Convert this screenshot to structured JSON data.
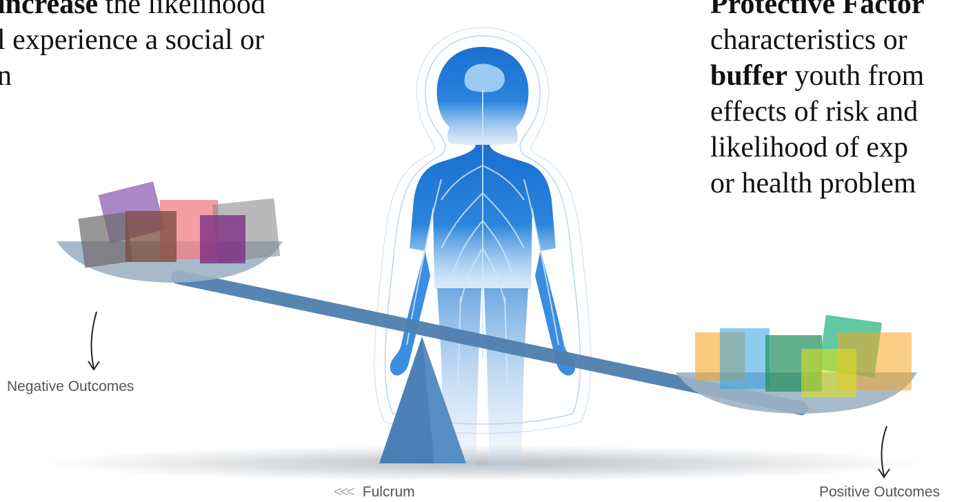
{
  "left_text": {
    "line1_bold": "increase",
    "line1_rest": " the likelihood",
    "line2": "l experience a social or",
    "line3": "n"
  },
  "right_text": {
    "line1_bold": "Protective Factor",
    "line2": "characteristics or",
    "line3_bold": "buffer",
    "line3_rest": " youth from",
    "line4": "effects of risk and",
    "line5": "likelihood of exp",
    "line6": "or health problem"
  },
  "labels": {
    "negative": "Negative Outcomes",
    "fulcrum": "Fulcrum",
    "fulcrum_chevrons": "<<<",
    "positive": "Positive Outcomes"
  },
  "colors": {
    "figure": "#1e73c8",
    "beam": "#4f7fae",
    "fulcrum": "#3c76b0",
    "pan": "#9db2c4"
  }
}
